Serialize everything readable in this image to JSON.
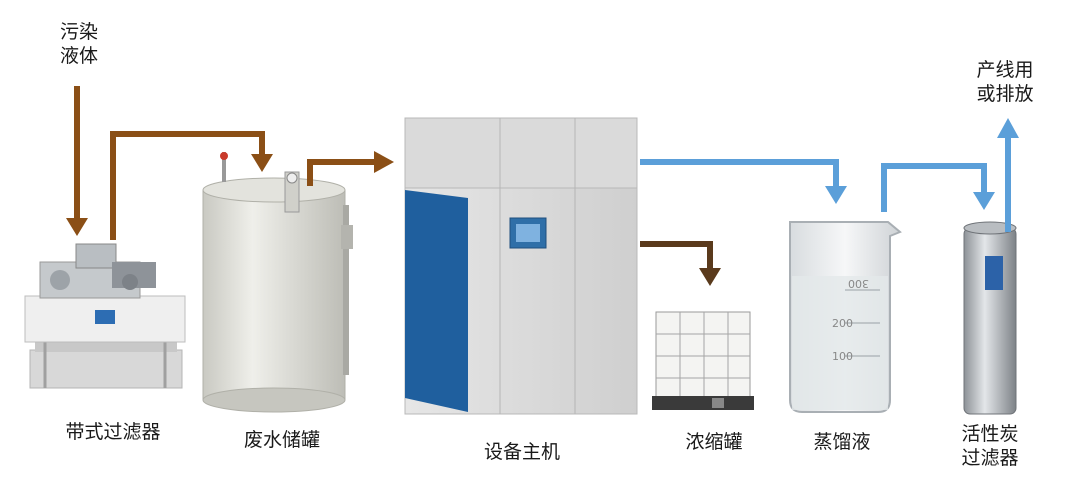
{
  "labels": {
    "contaminated_liquid": "污染\n液体",
    "belt_filter": "带式过滤器",
    "wastewater_tank": "废水储罐",
    "main_unit": "设备主机",
    "concentrate_tank": "浓缩罐",
    "distillate": "蒸馏液",
    "activated_carbon_filter": "活性炭\n过滤器",
    "production_or_discharge": "产线用\n或排放"
  },
  "beaker_scale": [
    "300",
    "200",
    "100"
  ],
  "colors": {
    "brown_flow": "#8b4f16",
    "dark_brown_flow": "#5a3a1c",
    "blue_flow": "#5b9fd9",
    "unit_blue": "#1f5f9e",
    "tank_grey": "#dcdcd6"
  }
}
